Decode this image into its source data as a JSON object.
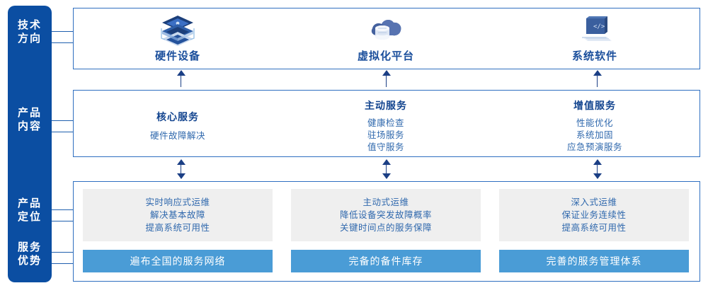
{
  "colors": {
    "rail": "#0b4ea2",
    "panel_border": "#2f6fc0",
    "heading": "#12448f",
    "body_text": "#2f68ad",
    "gray_box": "#efefef",
    "blue_bar": "#4a9cd6",
    "arrow": "#1b3f85"
  },
  "sidebar": {
    "items": [
      {
        "id": "tech-direction",
        "line1": "技术",
        "line2": "方向"
      },
      {
        "id": "product-content",
        "line1": "产品",
        "line2": "内容"
      },
      {
        "id": "product-position",
        "line1": "产品",
        "line2": "定位"
      },
      {
        "id": "service-advantage",
        "line1": "服务",
        "line2": "优势"
      }
    ]
  },
  "tech_row": {
    "cells": [
      {
        "icon": "server-stack-icon",
        "label": "硬件设备"
      },
      {
        "icon": "cloud-database-icon",
        "label": "虚拟化平台"
      },
      {
        "icon": "laptop-code-icon",
        "label": "系统软件"
      }
    ]
  },
  "content_row": {
    "cells": [
      {
        "title": "核心服务",
        "items": [
          "硬件故障解决"
        ]
      },
      {
        "title": "主动服务",
        "items": [
          "健康检查",
          "驻场服务",
          "值守服务"
        ]
      },
      {
        "title": "增值服务",
        "items": [
          "性能优化",
          "系统加固",
          "应急预演服务"
        ]
      }
    ]
  },
  "bottom_row": {
    "cells": [
      {
        "position_items": [
          "实时响应式运维",
          "解决基本故障",
          "提高系统可用性"
        ],
        "advantage": "遍布全国的服务网络"
      },
      {
        "position_items": [
          "主动式运维",
          "降低设备突发故障概率",
          "关键时间点的服务保障"
        ],
        "advantage": "完备的备件库存"
      },
      {
        "position_items": [
          "深入式运维",
          "保证业务连续性",
          "提高系统可用性"
        ],
        "advantage": "完善的服务管理体系"
      }
    ]
  },
  "arrows": {
    "tech_to_content": "up",
    "content_to_bottom": "both",
    "bottom_in": "down"
  }
}
